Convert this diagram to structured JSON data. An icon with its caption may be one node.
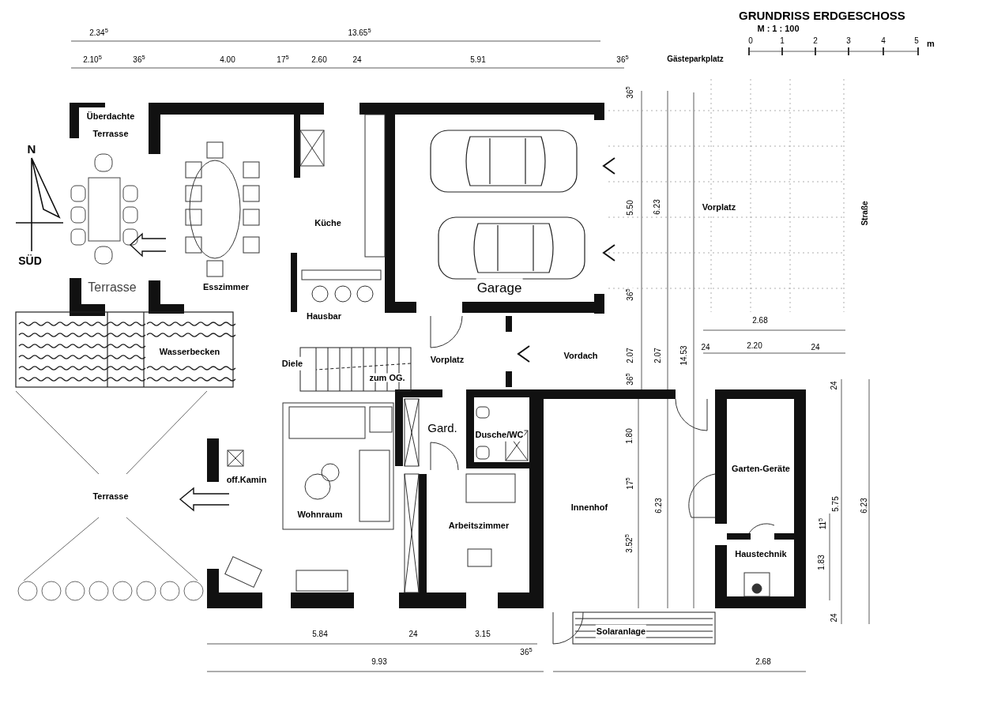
{
  "diagram": {
    "title": "GRUNDRISS ERDGESCHOSS",
    "nodes": [
      {
        "text": [
          "Überdachte Terrasse"
        ]
      },
      {
        "text": [
          "Esszimmer"
        ]
      },
      {
        "text": [
          "Küche"
        ]
      },
      {
        "text": [
          "Garage"
        ]
      },
      {
        "text": [
          "Terrasse"
        ]
      },
      {
        "text": [
          "Wasserbecken"
        ]
      },
      {
        "text": [
          "Hausbar"
        ]
      },
      {
        "text": [
          "Diele"
        ]
      },
      {
        "text": [
          "Vorplatz"
        ]
      },
      {
        "text": [
          "Vordach"
        ]
      },
      {
        "text": [
          "Vorplatz"
        ]
      },
      {
        "text": [
          "Terrasse"
        ]
      },
      {
        "text": [
          "Wohnraum"
        ]
      },
      {
        "text": [
          "Gard."
        ]
      },
      {
        "text": [
          "Dusche/WC"
        ]
      },
      {
        "text": [
          "Arbeitszimmer"
        ]
      },
      {
        "text": [
          "Innenhof"
        ]
      },
      {
        "text": [
          "Garten-Geräte"
        ]
      },
      {
        "text": [
          "Haustechnik"
        ]
      },
      {
        "text": [
          "Solaranlage"
        ]
      }
    ],
    "labels": [
      "M : 1 : 100",
      "0",
      "1",
      "2",
      "3",
      "4",
      "5",
      "m",
      "2.34$^{5}$",
      "13.65$^{5}$",
      "2.10$^{5}$",
      "36$^{5}$",
      "4.00",
      "17$^{5}$",
      "2.60",
      "24",
      "5.91",
      "36$^{5}$",
      "Gästeparkplatz",
      "N",
      "36$^{5}$",
      "5.50",
      "6.23",
      "Straße",
      "SÜD",
      "36$^{5}$",
      "2.68",
      "24",
      "2.20",
      "24",
      "2.07",
      "2.07",
      "14.53",
      "36$^{5}$",
      "zum OG.",
      "24",
      "1.80",
      "off.Kamin",
      "17$^{5}$",
      "3.52$^{5}$",
      "6.23",
      "5.75",
      "6.23",
      "11$^{5}$",
      "1.83",
      "24",
      "5.84",
      "24",
      "3.15",
      "36$^{5}$",
      "9.93",
      "2.68"
    ]
  }
}
